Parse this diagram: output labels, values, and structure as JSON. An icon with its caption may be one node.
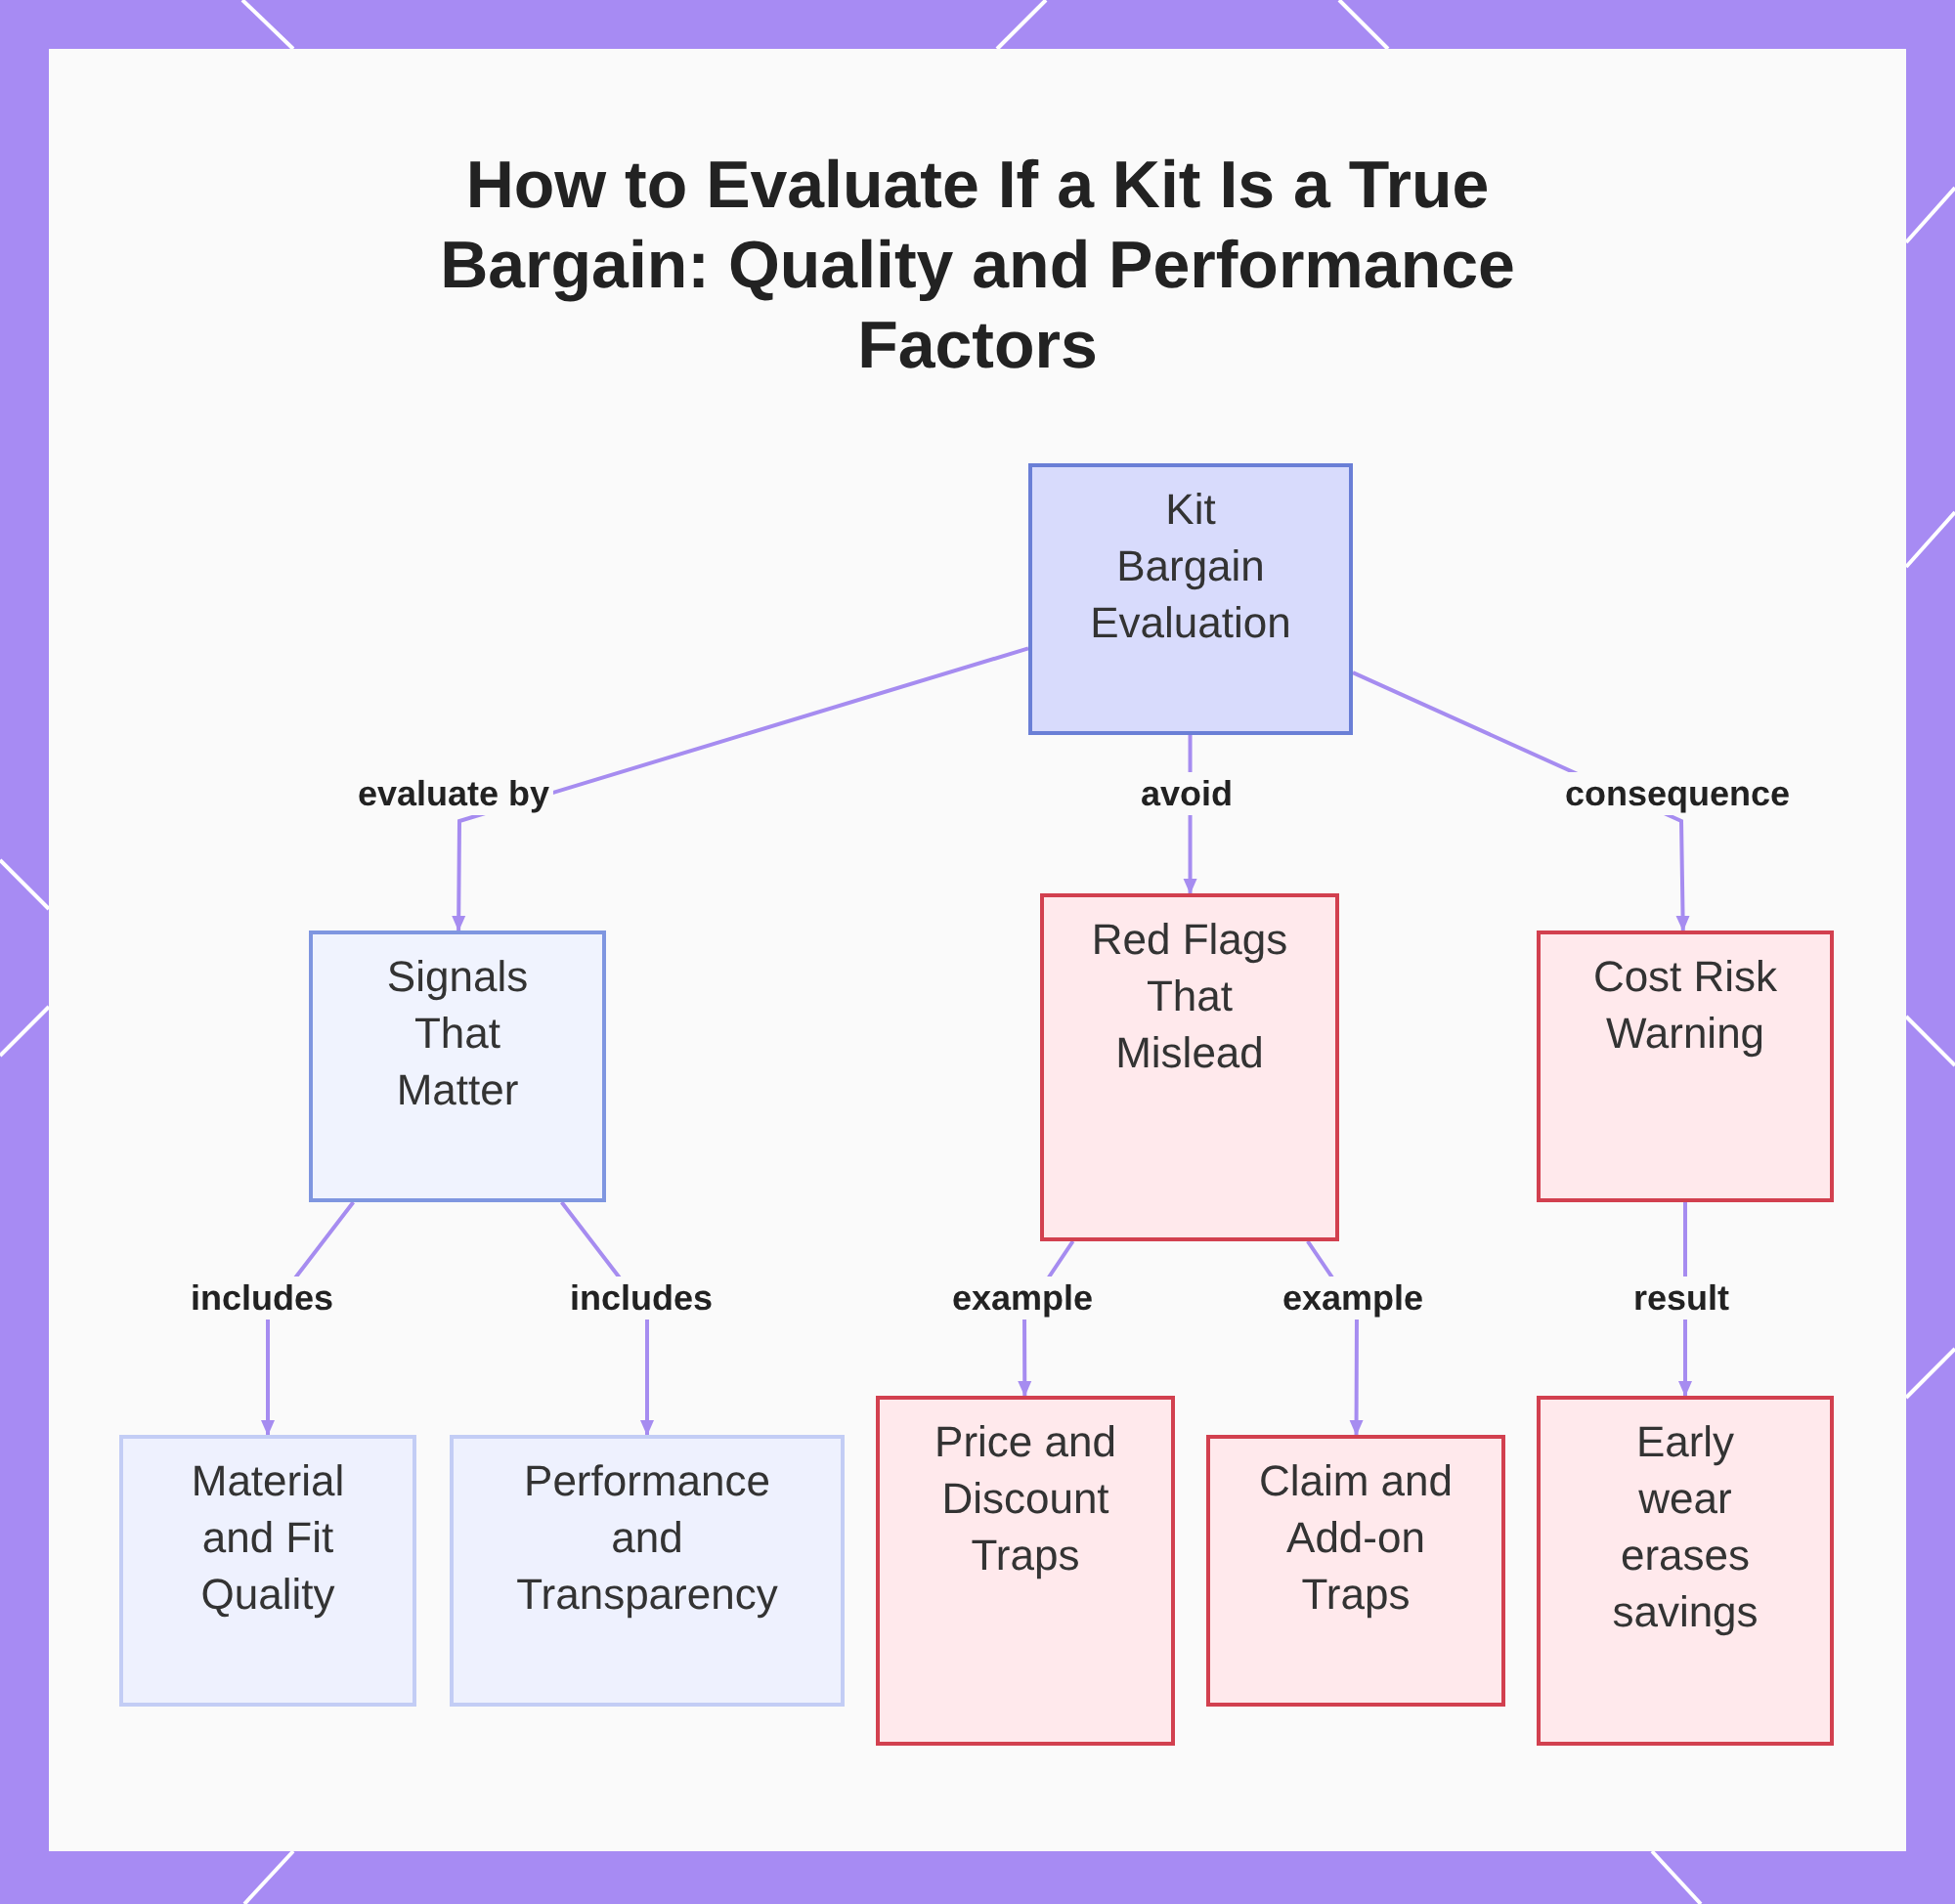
{
  "diagram": {
    "title": "How to Evaluate If a Kit Is a True Bargain: Quality and Performance Factors",
    "nodes": [
      {
        "text": [
          "Kit Bargain Evaluation"
        ]
      },
      {
        "text": [
          "Signals That Matter"
        ]
      },
      {
        "text": [
          "Red Flags That Mislead"
        ]
      },
      {
        "text": [
          "Cost Risk Warning"
        ]
      },
      {
        "text": [
          "Material and Fit Quality"
        ]
      },
      {
        "text": [
          "Performance and Transparency"
        ]
      },
      {
        "text": [
          "Price and Discount Traps"
        ]
      },
      {
        "text": [
          "Claim and Add-on Traps"
        ]
      },
      {
        "text": [
          "Early wear erases savings"
        ]
      }
    ],
    "edges": [
      {
        "from": 0,
        "to": 1,
        "arrow": "to",
        "label": "evaluate by"
      },
      {
        "from": 0,
        "to": 2,
        "arrow": "to",
        "label": "avoid"
      },
      {
        "from": 0,
        "to": 3,
        "arrow": "to",
        "label": "consequence"
      },
      {
        "from": 1,
        "to": 4,
        "arrow": "to",
        "label": "includes"
      },
      {
        "from": 1,
        "to": 5,
        "arrow": "to",
        "label": "includes"
      },
      {
        "from": 2,
        "to": 6,
        "arrow": "to",
        "label": "example"
      },
      {
        "from": 2,
        "to": 7,
        "arrow": "to",
        "label": "example"
      },
      {
        "from": 3,
        "to": 8,
        "arrow": "to",
        "label": "result"
      }
    ]
  }
}
